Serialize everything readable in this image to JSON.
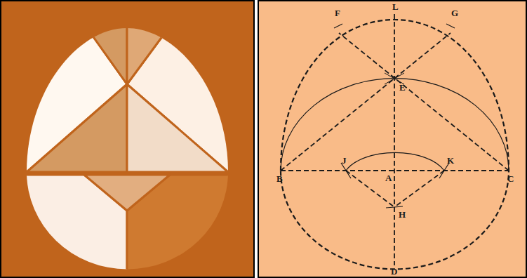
{
  "diagram": {
    "labels": [
      "F",
      "L",
      "G",
      "E",
      "B",
      "J",
      "A",
      "K",
      "C",
      "H",
      "D"
    ]
  }
}
